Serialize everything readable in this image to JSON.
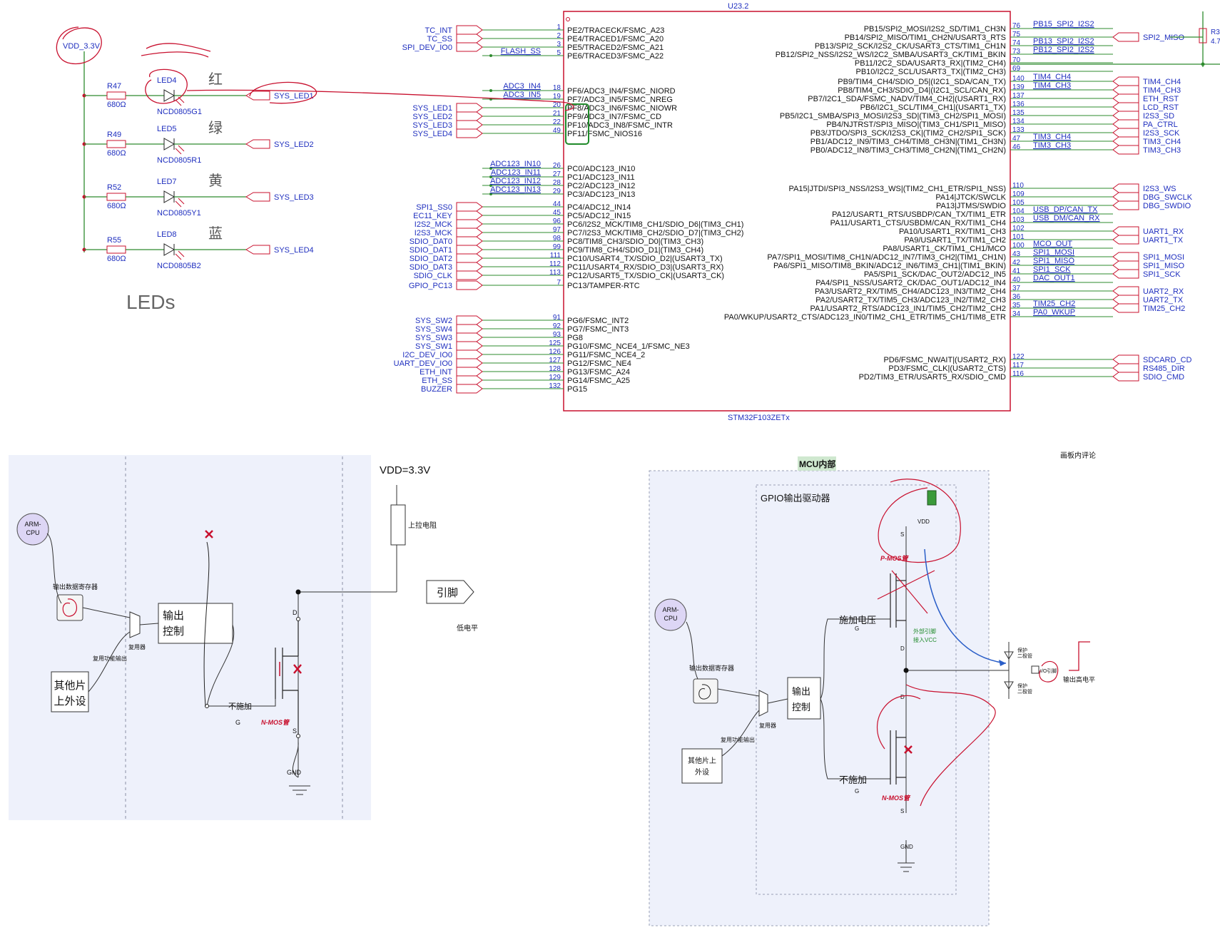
{
  "schematic": {
    "chip_ref": "U23.2",
    "chip_part": "STM32F103ZETx",
    "vdd": "VDD_3.3V",
    "leds_title": "LEDs",
    "led_rows": [
      {
        "r": "R47",
        "rv": "680Ω",
        "led": "LED4",
        "part": "NCD0805G1",
        "net": "SYS_LED1",
        "color_cn": "红"
      },
      {
        "r": "R49",
        "rv": "680Ω",
        "led": "LED5",
        "part": "NCD0805R1",
        "net": "SYS_LED2",
        "color_cn": "绿"
      },
      {
        "r": "R52",
        "rv": "680Ω",
        "led": "LED7",
        "part": "NCD0805Y1",
        "net": "SYS_LED3",
        "color_cn": "黄"
      },
      {
        "r": "R55",
        "rv": "680Ω",
        "led": "LED8",
        "part": "NCD0805B2",
        "net": "SYS_LED4",
        "color_cn": "蓝"
      }
    ],
    "left_pins": [
      {
        "net": "TC_INT",
        "pin": "1",
        "name": "PE2/TRACECK/FSMC_A23",
        "port": true
      },
      {
        "net": "TC_SS",
        "pin": "2",
        "name": "PE4/TRACED1/FSMC_A20",
        "port": true
      },
      {
        "net": "SPI_DEV_IO0",
        "pin": "3",
        "name": "PE5/TRACED2/FSMC_A21",
        "port": true
      },
      {
        "net": "FLASH_SS",
        "pin": "5",
        "name": "PE6/TRACED3/FSMC_A22",
        "port": false
      },
      {
        "net": "ADC3_IN4",
        "pin": "18",
        "name": "PF6/ADC3_IN4/FSMC_NIORD",
        "port": false
      },
      {
        "net": "ADC3_IN5",
        "pin": "19",
        "name": "PF7/ADC3_IN5/FSMC_NREG",
        "port": false
      },
      {
        "net": "SYS_LED1",
        "pin": "20",
        "name": "PF8/ADC3_IN6/FSMC_NIOWR",
        "port": true
      },
      {
        "net": "SYS_LED2",
        "pin": "21",
        "name": "PF9/ADC3_IN7/FSMC_CD",
        "port": true
      },
      {
        "net": "SYS_LED3",
        "pin": "22",
        "name": "PF10/ADC3_IN8/FSMC_INTR",
        "port": true
      },
      {
        "net": "SYS_LED4",
        "pin": "49",
        "name": "PF11/FSMC_NIOS16",
        "port": true
      },
      {
        "net": "ADC123_IN10",
        "pin": "26",
        "name": "PC0/ADC123_IN10",
        "port": false
      },
      {
        "net": "ADC123_IN11",
        "pin": "27",
        "name": "PC1/ADC123_IN11",
        "port": false
      },
      {
        "net": "ADC123_IN12",
        "pin": "28",
        "name": "PC2/ADC123_IN12",
        "port": false
      },
      {
        "net": "ADC123_IN13",
        "pin": "29",
        "name": "PC3/ADC123_IN13",
        "port": false
      },
      {
        "net": "SPI1_SS0",
        "pin": "44",
        "name": "PC4/ADC12_IN14",
        "port": true
      },
      {
        "net": "EC11_KEY",
        "pin": "45",
        "name": "PC5/ADC12_IN15",
        "port": true
      },
      {
        "net": "I2S2_MCK",
        "pin": "96",
        "name": "PC6/I2S2_MCK/TIM8_CH1/SDIO_D6|(TIM3_CH1)",
        "port": true
      },
      {
        "net": "I2S3_MCK",
        "pin": "97",
        "name": "PC7/I2S3_MCK/TIM8_CH2/SDIO_D7|(TIM3_CH2)",
        "port": true
      },
      {
        "net": "SDIO_DAT0",
        "pin": "98",
        "name": "PC8/TIM8_CH3/SDIO_D0|(TIM3_CH3)",
        "port": true
      },
      {
        "net": "SDIO_DAT1",
        "pin": "99",
        "name": "PC9/TIM8_CH4/SDIO_D1|(TIM3_CH4)",
        "port": true
      },
      {
        "net": "SDIO_DAT2",
        "pin": "111",
        "name": "PC10/USART4_TX/SDIO_D2|(USART3_TX)",
        "port": true
      },
      {
        "net": "SDIO_DAT3",
        "pin": "112",
        "name": "PC11/USART4_RX/SDIO_D3|(USART3_RX)",
        "port": true
      },
      {
        "net": "SDIO_CLK",
        "pin": "113",
        "name": "PC12/USART5_TX/SDIO_CK|(USART3_CK)",
        "port": true
      },
      {
        "net": "GPIO_PC13",
        "pin": "7",
        "name": "PC13/TAMPER-RTC",
        "port": true
      },
      {
        "net": "SYS_SW2",
        "pin": "91",
        "name": "PG6/FSMC_INT2",
        "port": true
      },
      {
        "net": "SYS_SW4",
        "pin": "92",
        "name": "PG7/FSMC_INT3",
        "port": true
      },
      {
        "net": "SYS_SW3",
        "pin": "93",
        "name": "PG8",
        "port": true
      },
      {
        "net": "SYS_SW1",
        "pin": "125",
        "name": "PG10/FSMC_NCE4_1/FSMC_NE3",
        "port": true
      },
      {
        "net": "I2C_DEV_IO0",
        "pin": "126",
        "name": "PG11/FSMC_NCE4_2",
        "port": true
      },
      {
        "net": "UART_DEV_IO0",
        "pin": "127",
        "name": "PG12/FSMC_NE4",
        "port": true
      },
      {
        "net": "ETH_INT",
        "pin": "128",
        "name": "PG13/FSMC_A24",
        "port": true
      },
      {
        "net": "ETH_SS",
        "pin": "129",
        "name": "PG14/FSMC_A25",
        "port": true
      },
      {
        "net": "BUZZER",
        "pin": "132",
        "name": "PG15",
        "port": true
      }
    ],
    "right_pins": [
      {
        "name": "PB15/SPI2_MOSI/I2S2_SD/TIM1_CH3N",
        "pin": "76",
        "net": "PB15_SPI2_I2S2",
        "port": ""
      },
      {
        "name": "PB14/SPI2_MISO/TIM1_CH2N/USART3_RTS",
        "pin": "75",
        "net": "",
        "port": "SPI2_MISO"
      },
      {
        "name": "PB13/SPI2_SCK/I2S2_CK/USART3_CTS/TIM1_CH1N",
        "pin": "74",
        "net": "PB13_SPI2_I2S2",
        "port": ""
      },
      {
        "name": "PB12/SPI2_NSS/I2S2_WS/I2C2_SMBA/USART3_CK/TIM1_BKIN",
        "pin": "73",
        "net": "PB12_SPI2_I2S2",
        "port": ""
      },
      {
        "name": "PB11/I2C2_SDA/USART3_RX|(TIM2_CH4)",
        "pin": "70",
        "net": "",
        "port": ""
      },
      {
        "name": "PB10/I2C2_SCL/USART3_TX|(TIM2_CH3)",
        "pin": "69",
        "net": "",
        "port": ""
      },
      {
        "name": "PB9/TIM4_CH4/SDIO_D5|(I2C1_SDA/CAN_TX)",
        "pin": "140",
        "net": "TIM4_CH4",
        "port": "TIM4_CH4"
      },
      {
        "name": "PB8/TIM4_CH3/SDIO_D4|(I2C1_SCL/CAN_RX)",
        "pin": "139",
        "net": "TIM4_CH3",
        "port": "TIM4_CH3"
      },
      {
        "name": "PB7/I2C1_SDA/FSMC_NADV/TIM4_CH2|(USART1_RX)",
        "pin": "137",
        "net": "",
        "port": "ETH_RST"
      },
      {
        "name": "PB6/I2C1_SCL/TIM4_CH1|(USART1_TX)",
        "pin": "136",
        "net": "",
        "port": "LCD_RST"
      },
      {
        "name": "PB5/I2C1_SMBA/SPI3_MOSI/I2S3_SD|(TIM3_CH2/SPI1_MOSI)",
        "pin": "135",
        "net": "",
        "port": "I2S3_SD"
      },
      {
        "name": "PB4/NJTRST/SPI3_MISO|(TIM3_CH1/SPI1_MISO)",
        "pin": "134",
        "net": "",
        "port": "PA_CTRL"
      },
      {
        "name": "PB3/JTDO/SPI3_SCK/I2S3_CK|(TIM2_CH2/SPI1_SCK)",
        "pin": "133",
        "net": "",
        "port": "I2S3_SCK"
      },
      {
        "name": "PB1/ADC12_IN9/TIM3_CH4/TIM8_CH3N|(TIM1_CH3N)",
        "pin": "47",
        "net": "TIM3_CH4",
        "port": "TIM3_CH4"
      },
      {
        "name": "PB0/ADC12_IN8/TIM3_CH3/TIM8_CH2N|(TIM1_CH2N)",
        "pin": "46",
        "net": "TIM3_CH3",
        "port": "TIM3_CH3"
      },
      {
        "name": "PA15|JTDI/SPI3_NSS/I2S3_WS|(TIM2_CH1_ETR/SPI1_NSS)",
        "pin": "110",
        "net": "",
        "port": "I2S3_WS"
      },
      {
        "name": "PA14|JTCK/SWCLK",
        "pin": "109",
        "net": "",
        "port": "DBG_SWCLK"
      },
      {
        "name": "PA13|JTMS/SWDIO",
        "pin": "105",
        "net": "",
        "port": "DBG_SWDIO"
      },
      {
        "name": "PA12/USART1_RTS/USBDP/CAN_TX/TIM1_ETR",
        "pin": "104",
        "net": "USB_DP/CAN_TX",
        "port": ""
      },
      {
        "name": "PA11/USART1_CTS/USBDM/CAN_RX/TIM1_CH4",
        "pin": "103",
        "net": "USB_DM/CAN_RX",
        "port": ""
      },
      {
        "name": "PA10/USART1_RX/TIM1_CH3",
        "pin": "102",
        "net": "",
        "port": "UART1_RX"
      },
      {
        "name": "PA9/USART1_TX/TIM1_CH2",
        "pin": "101",
        "net": "",
        "port": "UART1_TX"
      },
      {
        "name": "PA8/USART1_CK/TIM1_CH1/MCO",
        "pin": "100",
        "net": "MCO_OUT",
        "port": ""
      },
      {
        "name": "PA7/SPI1_MOSI/TIM8_CH1N/ADC12_IN7/TIM3_CH2|(TIM1_CH1N)",
        "pin": "43",
        "net": "SPI1_MOSI",
        "port": "SPI1_MOSI"
      },
      {
        "name": "PA6/SPI1_MISO/TIM8_BKIN/ADC12_IN6/TIM3_CH1|(TIM1_BKIN)",
        "pin": "42",
        "net": "SPI1_MISO",
        "port": "SPI1_MISO"
      },
      {
        "name": "PA5/SPI1_SCK/DAC_OUT2/ADC12_IN5",
        "pin": "41",
        "net": "SPI1_SCK",
        "port": "SPI1_SCK"
      },
      {
        "name": "PA4/SPI1_NSS/USART2_CK/DAC_OUT1/ADC12_IN4",
        "pin": "40",
        "net": "DAC_OUT1",
        "port": ""
      },
      {
        "name": "PA3/USART2_RX/TIM5_CH4/ADC123_IN3/TIM2_CH4",
        "pin": "37",
        "net": "",
        "port": "UART2_RX"
      },
      {
        "name": "PA2/USART2_TX/TIM5_CH3/ADC123_IN2/TIM2_CH3",
        "pin": "36",
        "net": "",
        "port": "UART2_TX"
      },
      {
        "name": "PA1/USART2_RTS/ADC123_IN1/TIM5_CH2/TIM2_CH2",
        "pin": "35",
        "net": "TIM25_CH2",
        "port": "TIM25_CH2"
      },
      {
        "name": "PA0/WKUP/USART2_CTS/ADC123_IN0/TIM2_CH1_ETR/TIM5_CH1/TIM8_ETR",
        "pin": "34",
        "net": "PA0_WKUP",
        "port": ""
      },
      {
        "name": "PD6/FSMC_NWAIT|(USART2_RX)",
        "pin": "122",
        "net": "",
        "port": "SDCARD_CD"
      },
      {
        "name": "PD3/FSMC_CLK|(USART2_CTS)",
        "pin": "117",
        "net": "",
        "port": "RS485_DIR"
      },
      {
        "name": "PD2/TIM3_ETR/USART5_RX/SDIO_CMD",
        "pin": "116",
        "net": "",
        "port": "SDIO_CMD"
      }
    ],
    "right_edge": {
      "resistor": "R3",
      "value": "4.7"
    }
  },
  "nmos_diagram": {
    "cpu": "ARM-\nCPU",
    "register": "输出数据寄存器",
    "peripheral": "其他片\n上外设",
    "mux": "复用器",
    "alt": "复用功能输出",
    "output_ctrl": "输出\n控制",
    "vdd": "VDD=3.3V",
    "pullup": "上拉电阻",
    "pin": "引脚",
    "low_level": "低电平",
    "not_applied": "不施加",
    "d": "D",
    "g": "G",
    "s": "S",
    "mos": "N-MOS管",
    "gnd": "GND"
  },
  "pp_diagram": {
    "mcu": "MCU内部",
    "gpio": "GPIO输出驱动器",
    "comment": "画板内评论",
    "cpu": "ARM-\nCPU",
    "register": "输出数据寄存器",
    "mux": "复用器",
    "alt": "复用功能输出",
    "peripheral": "其他片上\n外设",
    "output_ctrl": "输出\n控制",
    "vdd": "VDD",
    "pmos": "P-MOS管",
    "nmos": "N-MOS管",
    "apply": "施加电压",
    "not_apply": "不施加",
    "vcc_note": "外部引脚\n接入VCC",
    "pin": "I/O引脚",
    "high_out": "输出高电平",
    "prot1": "保护\n二极管",
    "prot2": "保护\n二极管",
    "gnd": "GND",
    "d": "D",
    "s": "S",
    "g": "G"
  },
  "colors": {
    "schematic_line": "#2e8b2e",
    "chip_border": "#c8102e",
    "net_text": "#1f2fbf",
    "annotation": "#c8102e"
  }
}
